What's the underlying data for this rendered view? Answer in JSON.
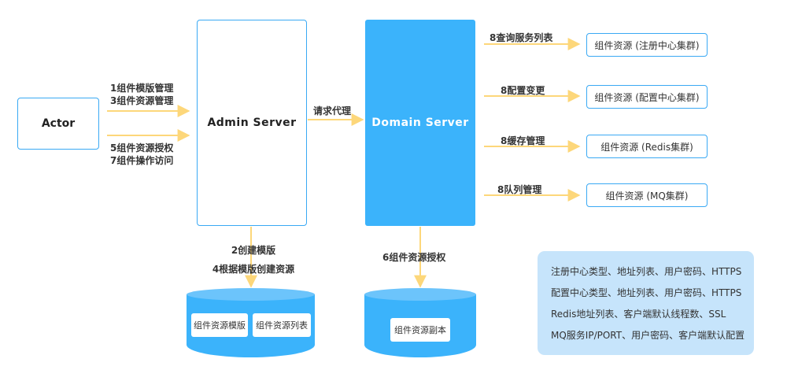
{
  "nodes": {
    "actor": "Actor",
    "admin_server": "Admin Server",
    "domain_server": "Domain Server"
  },
  "edges": {
    "actor_admin_top": [
      "1组件模版管理",
      "3组件资源管理"
    ],
    "actor_admin_bottom": [
      "5组件资源授权",
      "7组件操作访问"
    ],
    "admin_domain": "请求代理",
    "admin_db": [
      "2创建模版",
      "4根据模版创建资源"
    ],
    "domain_db": "6组件资源授权",
    "domain_resources": [
      "8查询服务列表",
      "8配置变更",
      "8缓存管理",
      "8队列管理"
    ]
  },
  "resources": [
    "组件资源 (注册中心集群)",
    "组件资源 (配置中心集群)",
    "组件资源 (Redis集群)",
    "组件资源 (MQ集群)"
  ],
  "databases": {
    "admin_db": [
      "组件资源模版",
      "组件资源列表"
    ],
    "domain_db": [
      "组件资源副本"
    ]
  },
  "note": [
    "注册中心类型、地址列表、用户密码、HTTPS",
    "配置中心类型、地址列表、用户密码、HTTPS",
    "Redis地址列表、客户端默认线程数、SSL",
    "MQ服务IP/PORT、用户密码、客户端默认配置"
  ],
  "colors": {
    "accent": "#3bb3fb",
    "arrow": "#fdd77a",
    "note_bg": "#c6e4fb"
  }
}
